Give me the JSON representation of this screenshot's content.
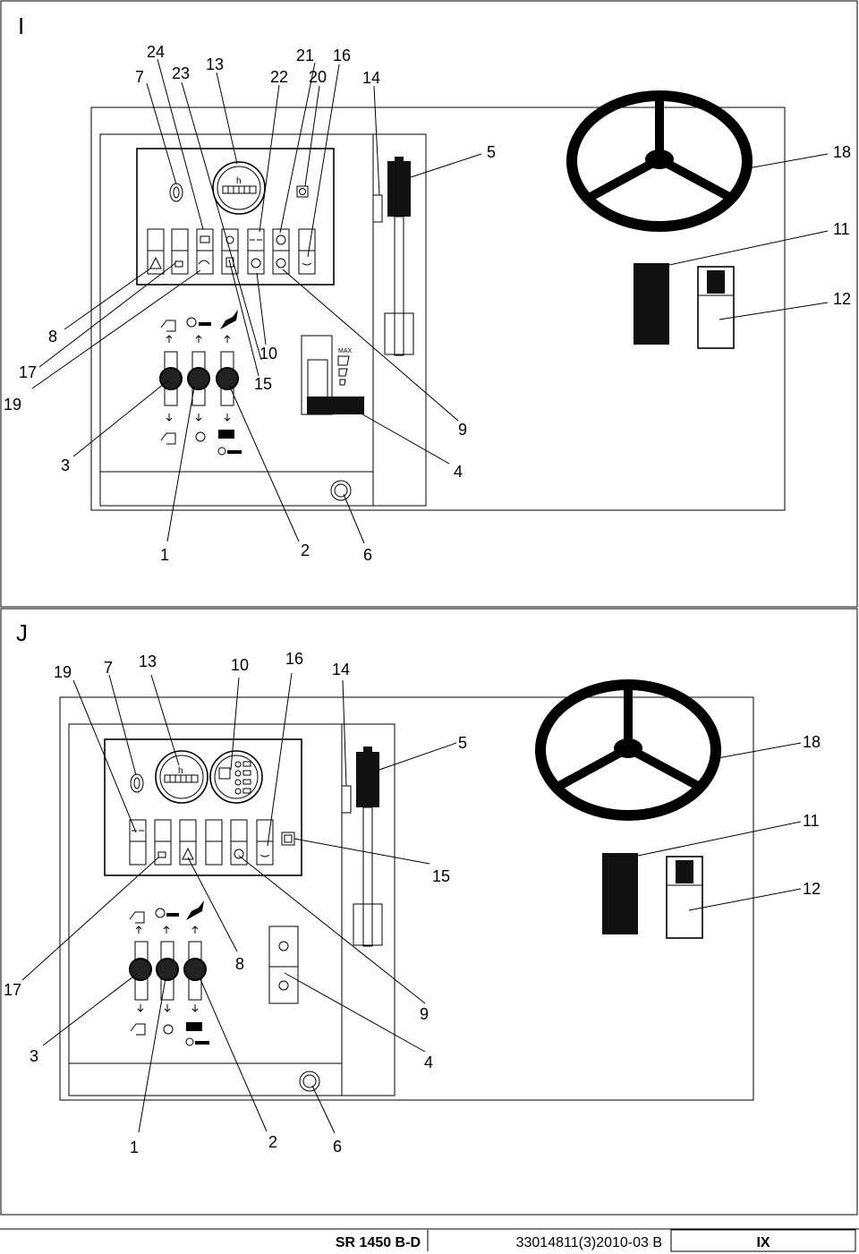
{
  "sections": {
    "i": {
      "label": "I",
      "callouts": [
        "24",
        "7",
        "23",
        "13",
        "22",
        "21",
        "20",
        "16",
        "14",
        "5",
        "18",
        "11",
        "12",
        "8",
        "17",
        "19",
        "10",
        "15",
        "9",
        "3",
        "4",
        "1",
        "2",
        "6"
      ],
      "max_label": "MAX",
      "hourmeter_unit": "h"
    },
    "j": {
      "label": "J",
      "callouts": [
        "19",
        "7",
        "13",
        "10",
        "16",
        "14",
        "5",
        "18",
        "11",
        "15",
        "12",
        "17",
        "8",
        "9",
        "3",
        "4",
        "1",
        "2",
        "6"
      ],
      "hourmeter_unit": "h"
    }
  },
  "footer": {
    "model": "SR 1450 B-D",
    "document": "33014811(3)2010-03 B",
    "page": "IX"
  },
  "colors": {
    "ink": "#000000",
    "paper": "#ffffff"
  }
}
